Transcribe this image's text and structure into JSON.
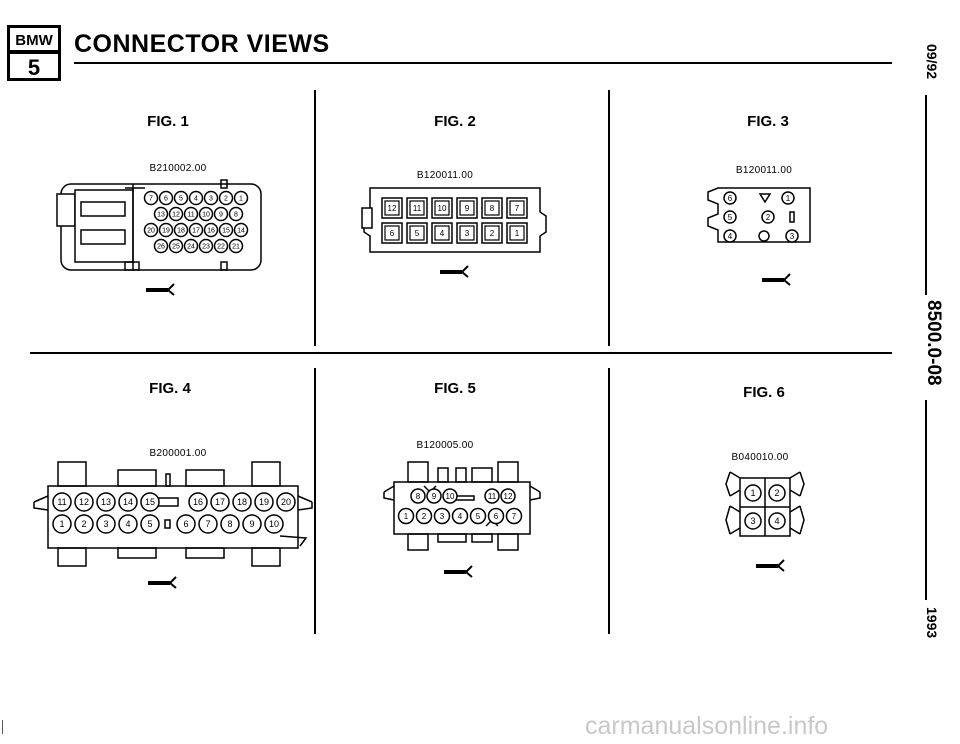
{
  "header": {
    "logo_text": "BMW",
    "logo_series": "5",
    "title": "CONNECTOR VIEWS"
  },
  "side": {
    "date": "09/92",
    "page": "8500.0-08",
    "year": "1993"
  },
  "figures": [
    {
      "label": "FIG. 1",
      "code": "B210002.00"
    },
    {
      "label": "FIG. 2",
      "code": "B120011.00"
    },
    {
      "label": "FIG. 3",
      "code": "B120011.00"
    },
    {
      "label": "FIG. 4",
      "code": "B200001.00"
    },
    {
      "label": "FIG. 5",
      "code": "B120005.00"
    },
    {
      "label": "FIG. 6",
      "code": "B040010.00"
    }
  ],
  "fig1_pins": [
    "7",
    "6",
    "5",
    "4",
    "3",
    "2",
    "1",
    "13",
    "12",
    "11",
    "10",
    "9",
    "8",
    "20",
    "19",
    "18",
    "17",
    "16",
    "15",
    "14",
    "26",
    "25",
    "24",
    "23",
    "22",
    "21"
  ],
  "fig2_pins": [
    "12",
    "11",
    "10",
    "9",
    "8",
    "7",
    "6",
    "5",
    "4",
    "3",
    "2",
    "1"
  ],
  "fig3_pins": [
    "6",
    "1",
    "5",
    "2",
    "4",
    "3"
  ],
  "fig4_pins": [
    "11",
    "12",
    "13",
    "14",
    "15",
    "16",
    "17",
    "18",
    "19",
    "20",
    "1",
    "2",
    "3",
    "4",
    "5",
    "6",
    "7",
    "8",
    "9",
    "10"
  ],
  "fig5_pins": [
    "8",
    "9",
    "10",
    "11",
    "12",
    "1",
    "2",
    "3",
    "4",
    "5",
    "6",
    "7"
  ],
  "fig6_pins": [
    "1",
    "2",
    "3",
    "4"
  ],
  "watermark": "carmanualsonline.info"
}
